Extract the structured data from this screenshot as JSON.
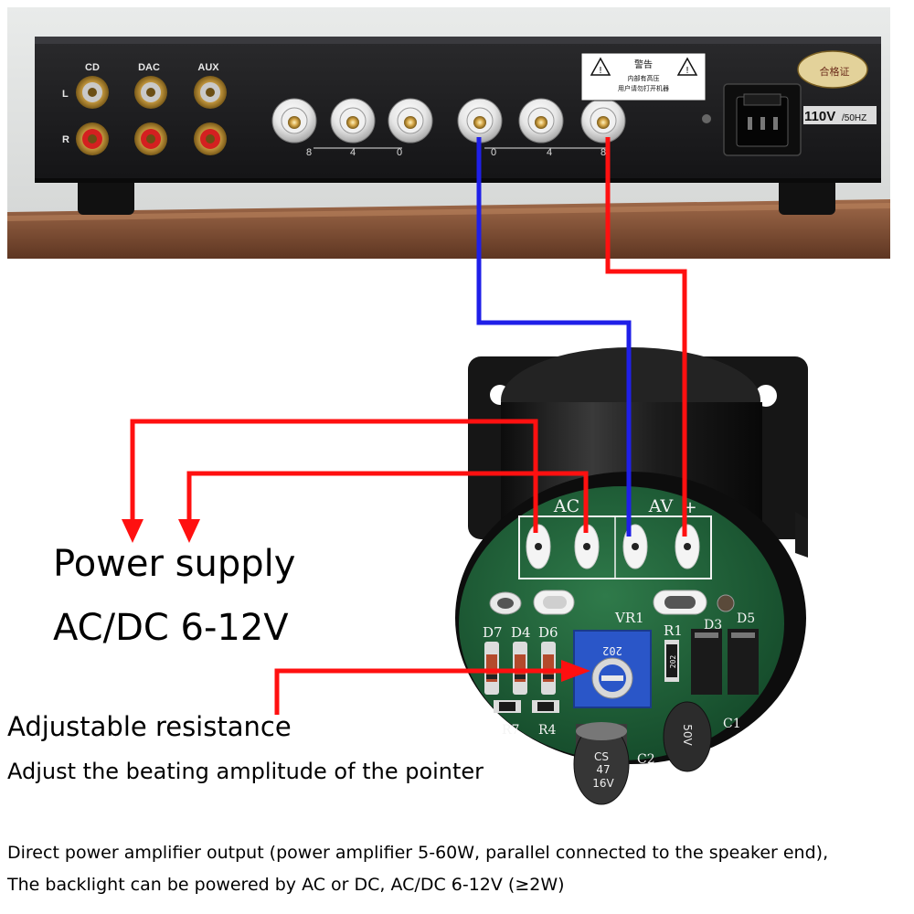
{
  "amplifier": {
    "input_labels": [
      "CD",
      "DAC",
      "AUX"
    ],
    "channel_labels": [
      "L",
      "R"
    ],
    "left_terminal_labels": [
      "8",
      "4",
      "0"
    ],
    "right_terminal_labels": [
      "0",
      "4",
      "8"
    ],
    "warning_label": "警告",
    "warning_subtext": "内部有高压",
    "warning_subtext2": "用户请勿打开机器",
    "cert_label": "合格证",
    "voltage_label": "110V",
    "freq_label": "/50HZ"
  },
  "board": {
    "ac_label": "AC",
    "av_label": "AV",
    "minus_sign": "-",
    "plus_sign": "+",
    "vr_label": "VR1",
    "r1_label": "R1",
    "d7_label": "D7",
    "d4_label": "D4",
    "d6_label": "D6",
    "d3_label": "D3",
    "d5_label": "D5",
    "r7_label": "R7",
    "r4_label": "R4",
    "c1_label": "C1",
    "c2_label": "C2",
    "c2_print": [
      "CS",
      "47",
      "16V"
    ],
    "c1_print": "50V",
    "pot_code": "202",
    "res_code": "202"
  },
  "wire_colors": {
    "red": "#ff1010",
    "blue": "#1f1fe8"
  },
  "labels": {
    "power_supply_line1": "Power supply",
    "power_supply_line2": "AC/DC 6-12V",
    "adjustable_title": "Adjustable resistance",
    "adjustable_desc": "Adjust the beating amplitude of the pointer",
    "footer_line1": "Direct power amplifier output (power amplifier 5-60W, parallel connected to the speaker end),",
    "footer_line2": "The backlight can be powered by AC or DC, AC/DC 6-12V (≥2W)"
  }
}
